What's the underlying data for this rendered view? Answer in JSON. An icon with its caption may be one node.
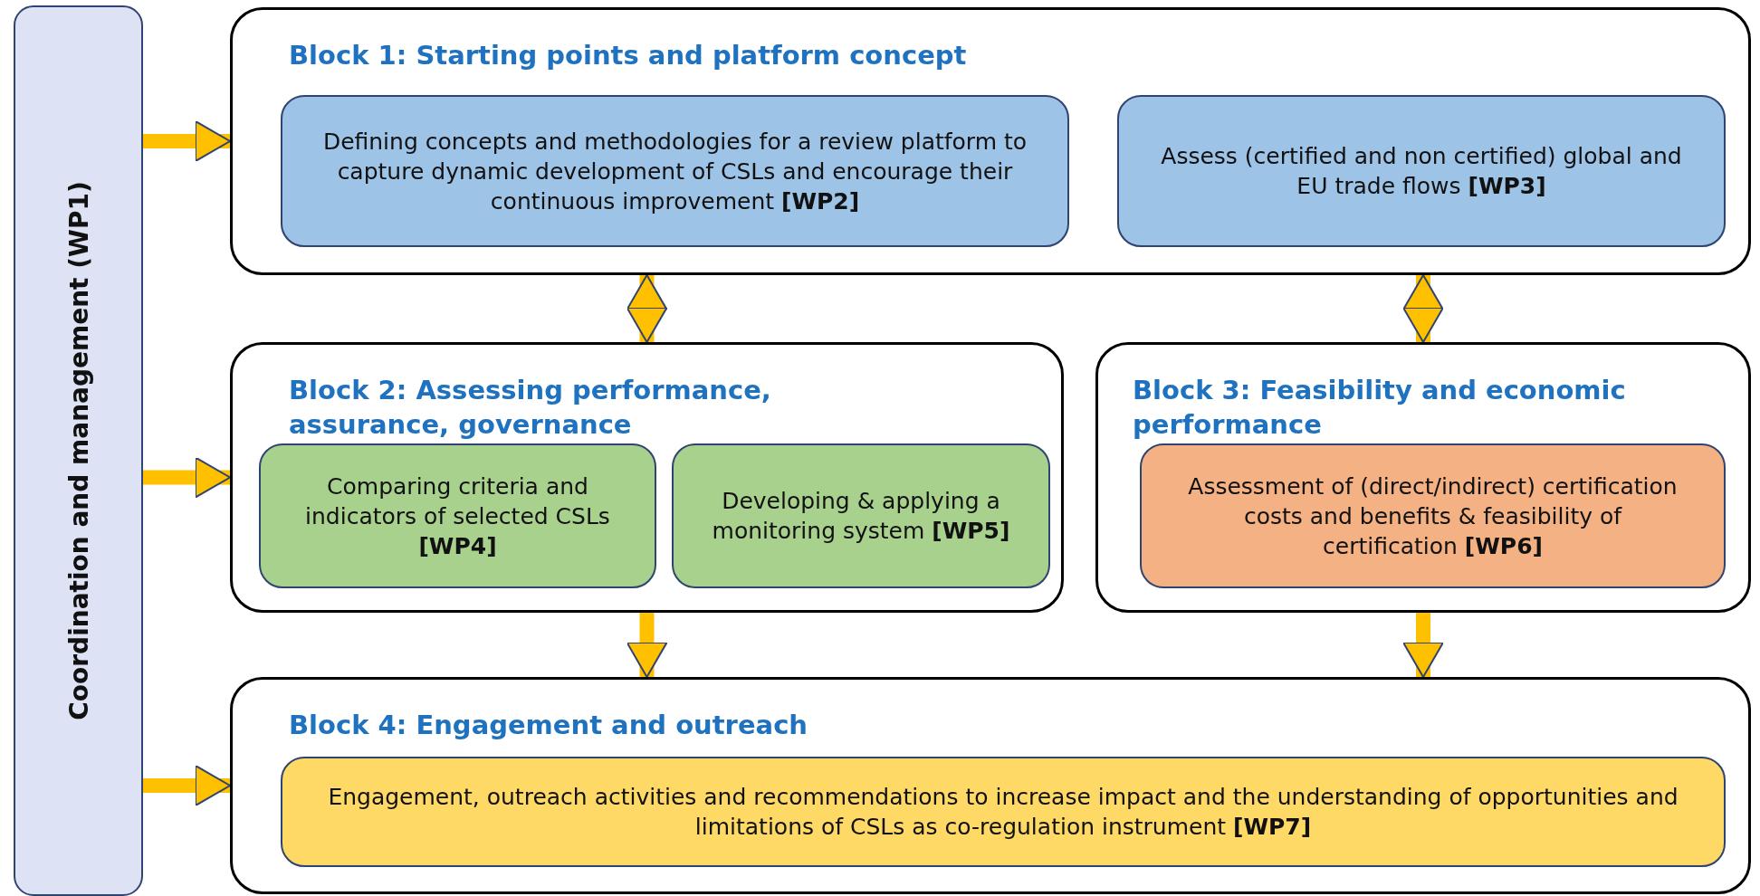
{
  "diagram": {
    "nodes": [
      {
        "text": [
          "Coordination and management (WP1)"
        ]
      },
      {
        "text": [
          "Block 1: Starting points and platform concept"
        ]
      },
      {
        "text": [
          "Defining concepts and methodologies for a review platform to capture dynamic development of CSLs and encourage their continuous improvement **[WP2]**"
        ],
        "in": 1
      },
      {
        "text": [
          "Assess (certified and non certified) global and EU trade flows **[WP3]**"
        ],
        "in": 1
      },
      {
        "text": [
          "Block 2: Assessing performance, assurance, governance"
        ]
      },
      {
        "text": [
          "Comparing criteria and indicators of selected CSLs **[WP4]**"
        ],
        "in": 4
      },
      {
        "text": [
          "Developing & applying a monitoring system **[WP5]**"
        ],
        "in": 4
      },
      {
        "text": [
          "Block 3: Feasibility and economic performance"
        ]
      },
      {
        "text": [
          "Assessment of (direct/indirect) certification costs and benefits & feasibility of certification **[WP6]**"
        ],
        "in": 7
      },
      {
        "text": [
          "Block 4: Engagement and outreach"
        ]
      },
      {
        "text": [
          "Engagement, outreach activities and recommendations to increase impact and the understanding of opportunities and limitations of CSLs as co-regulation instrument **[WP7]**"
        ],
        "in": 9
      }
    ],
    "edges": [
      {
        "from": 0,
        "to": 1,
        "arrow": "to"
      },
      {
        "from": 0,
        "to": 4,
        "arrow": "to"
      },
      {
        "from": 0,
        "to": 9,
        "arrow": "to"
      },
      {
        "from": 1,
        "to": 4,
        "arrow": "both"
      },
      {
        "from": 1,
        "to": 7,
        "arrow": "both"
      },
      {
        "from": 4,
        "to": 9,
        "arrow": "to"
      },
      {
        "from": 7,
        "to": 9,
        "arrow": "to"
      }
    ]
  }
}
